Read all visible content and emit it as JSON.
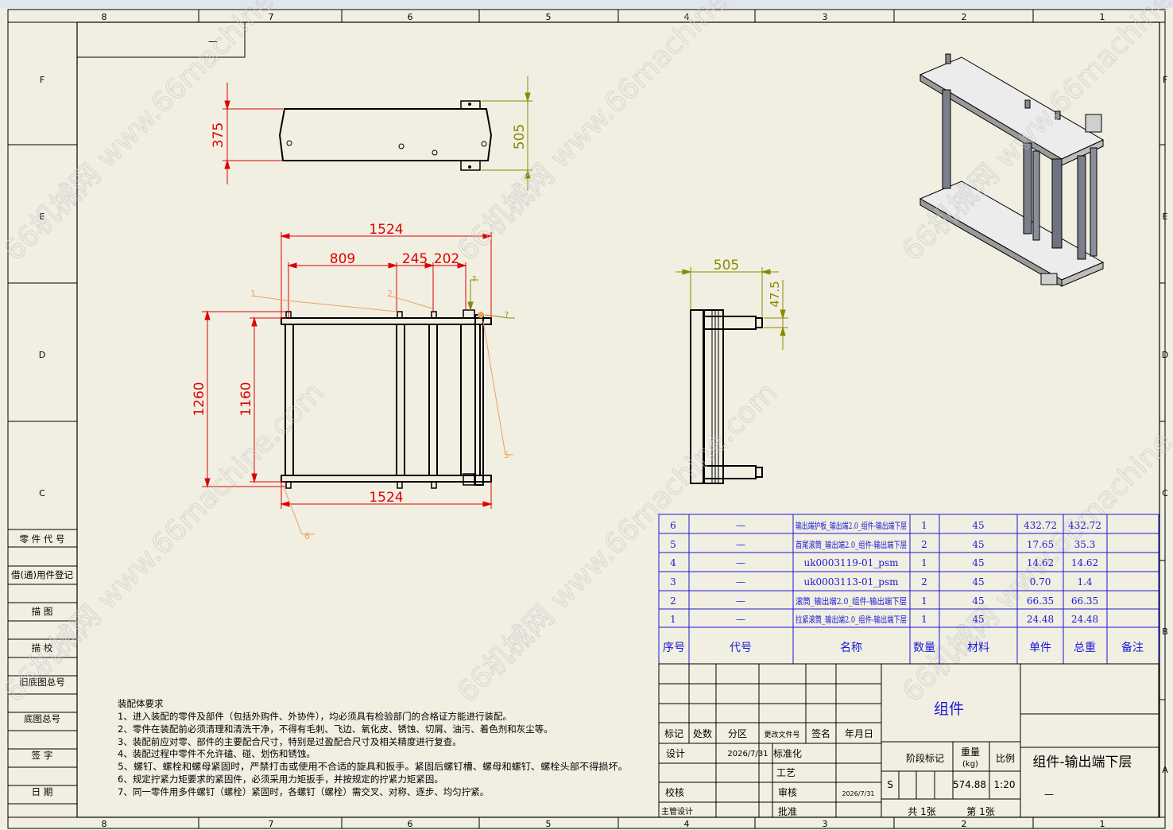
{
  "zone_letters": [
    "F",
    "E",
    "D",
    "C",
    "B",
    "A"
  ],
  "zone_numbers": [
    "8",
    "7",
    "6",
    "5",
    "4",
    "3",
    "2",
    "1"
  ],
  "left_column_labels": [
    "零 件 代 号",
    "借(通)用件登记",
    "描 图",
    "描 校",
    "旧底图总号",
    "底图总号",
    "签 字",
    "日 期"
  ],
  "top_left_mark": "—",
  "dimensions": {
    "top_view": {
      "height_left": "375",
      "height_right": "505"
    },
    "front_view": {
      "overall_width_top": "1524",
      "span_1": "809",
      "span_2": "245",
      "span_3": "202",
      "overall_width_bottom": "1524",
      "height_outer": "1260",
      "height_inner": "1160"
    },
    "side_view": {
      "width": "505",
      "offset": "47.5"
    }
  },
  "balloons": [
    "1",
    "2",
    "?",
    "?",
    "5",
    "6"
  ],
  "watermark_text": "66机械网 www.66machine.com",
  "bom": {
    "headers": [
      "序号",
      "代号",
      "名称",
      "数量",
      "材料",
      "单件",
      "总重",
      "备注"
    ],
    "rows": [
      {
        "no": "6",
        "code": "—",
        "name": "输出端护板_输出端2.0_组件-输出端下层",
        "qty": "1",
        "mat": "45",
        "unit": "432.72",
        "total": "432.72",
        "note": ""
      },
      {
        "no": "5",
        "code": "—",
        "name": "首尾滚筒_输出端2.0_组件-输出端下层",
        "qty": "2",
        "mat": "45",
        "unit": "17.65",
        "total": "35.3",
        "note": ""
      },
      {
        "no": "4",
        "code": "—",
        "name": "uk0003119-01_psm",
        "qty": "1",
        "mat": "45",
        "unit": "14.62",
        "total": "14.62",
        "note": ""
      },
      {
        "no": "3",
        "code": "—",
        "name": "uk0003113-01_psm",
        "qty": "2",
        "mat": "45",
        "unit": "0.70",
        "total": "1.4",
        "note": ""
      },
      {
        "no": "2",
        "code": "—",
        "name": "滚筒_输出端2.0_组件-输出端下层",
        "qty": "1",
        "mat": "45",
        "unit": "66.35",
        "total": "66.35",
        "note": ""
      },
      {
        "no": "1",
        "code": "—",
        "name": "拉紧滚筒_输出端2.0_组件-输出端下层",
        "qty": "1",
        "mat": "45",
        "unit": "24.48",
        "total": "24.48",
        "note": ""
      }
    ]
  },
  "title_block": {
    "part_type": "组件",
    "drawing_name": "组件-输出端下层",
    "row_headers": [
      "标记",
      "处数",
      "分区",
      "更改文件号",
      "签名",
      "年月日"
    ],
    "design_label": "设计",
    "design_date": "2026/7/31",
    "standardization_label": "标准化",
    "process_label": "工艺",
    "check_label": "校核",
    "review_label": "审核",
    "review_date": "2026/7/31",
    "chief_label": "主管设计",
    "approve_label": "批准",
    "stage_label": "阶段标记",
    "weight_label": "重量",
    "weight_unit": "(kg)",
    "scale_label": "比例",
    "stage_value": "S",
    "weight_value": "574.88",
    "scale_value": "1:20",
    "sheets_total": "共 1张",
    "sheet_current": "第 1张",
    "dash": "—"
  },
  "notes": {
    "title": "装配体要求",
    "items": [
      "1、进入装配的零件及部件（包括外购件、外协件），均必须具有检验部门的合格证方能进行装配。",
      "2、零件在装配前必须清理和清洗干净，不得有毛刺、飞边、氧化皮、锈蚀、切屑、油污、着色剂和灰尘等。",
      "3、装配前应对零、部件的主要配合尺寸，特别是过盈配合尺寸及相关精度进行复查。",
      "4、装配过程中零件不允许磕、碰、划伤和锈蚀。",
      "5、螺钉、螺栓和螺母紧固时，严禁打击或使用不合适的旋具和扳手。紧固后螺钉槽、螺母和螺钉、螺栓头部不得损坏。",
      "6、规定拧紧力矩要求的紧固件，必须采用力矩扳手，并按规定的拧紧力矩紧固。",
      "7、同一零件用多件螺钉（螺栓）紧固时，各螺钉（螺栓）需交叉、对称、逐步、均匀拧紧。"
    ]
  },
  "colors": {
    "dimension": "#e00000",
    "annotation": "#8a8a00",
    "balloon": "#f0a060",
    "table": "#1a1ad8",
    "paper": "#f1efe2"
  }
}
